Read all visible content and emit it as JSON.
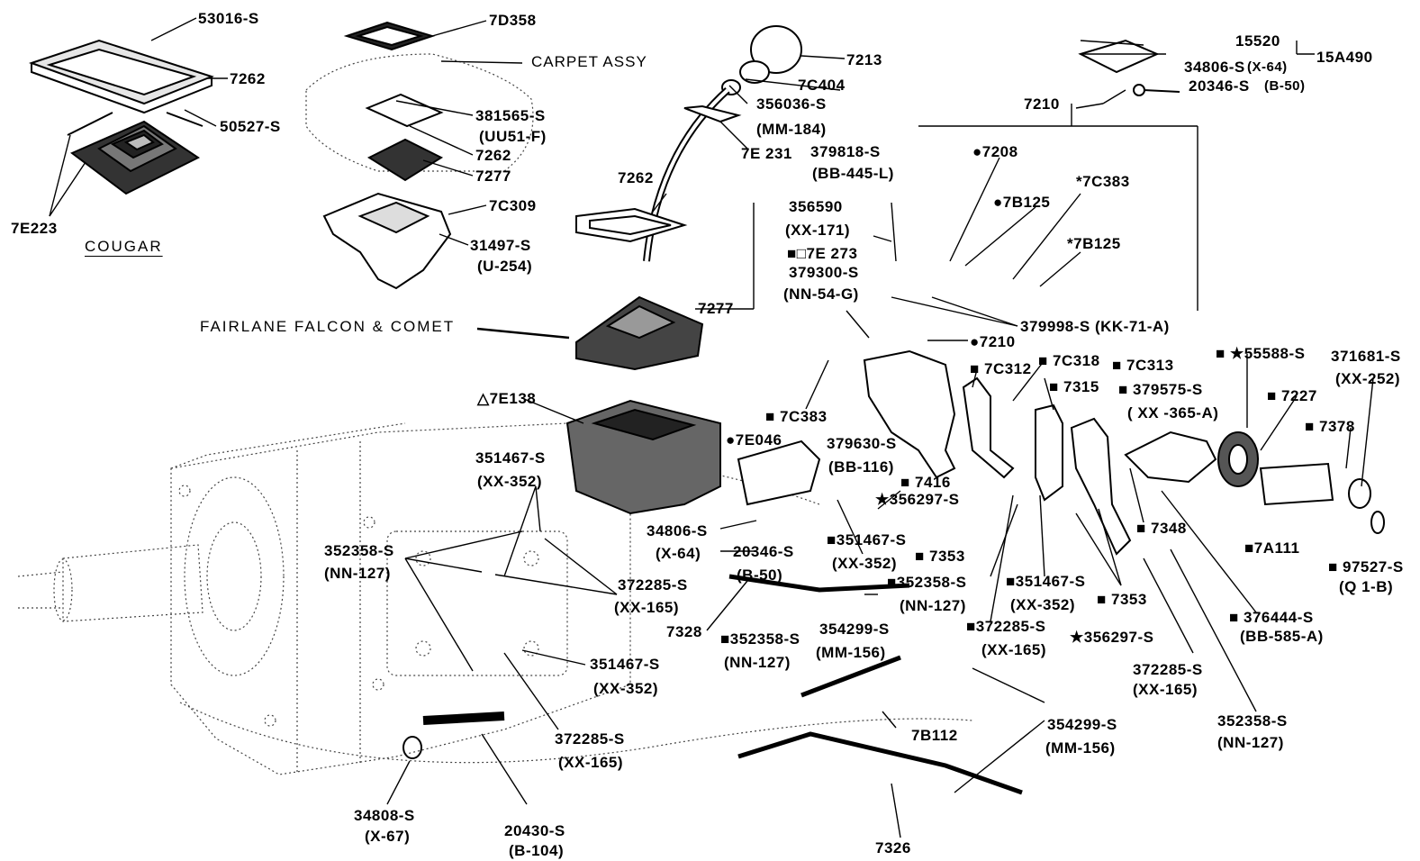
{
  "captions": {
    "cougar": "COUGAR",
    "fairlane": "FAIRLANE FALCON & COMET",
    "carpet": "CARPET ASSY"
  },
  "labels": {
    "l53016": "53016-S",
    "l7262a": "7262",
    "l50527": "50527-S",
    "l7e223": "7E223",
    "l7d358": "7D358",
    "l381565": "381565-S",
    "luu51": "(UU51-F)",
    "l7262b": "7262",
    "l7277a": "7277",
    "l7c309": "7C309",
    "l31497": "31497-S",
    "lu254": "(U-254)",
    "l7213": "7213",
    "l7c404": "7C404",
    "l356036": "356036-S",
    "lmm184": "(MM-184)",
    "l7e231": "7E 231",
    "l7262c": "7262",
    "l7277b": "7277",
    "l7e138": "△7E138",
    "l379818": "379818-S",
    "lbb445": "(BB-445-L)",
    "l356590": "356590",
    "lxx171": "(XX-171)",
    "l7e273": "■□7E 273",
    "l379300": "379300-S",
    "lnn54": "(NN-54-G)",
    "l7208": "●7208",
    "l7b125a": "●7B125",
    "l7c383a": "*7C383",
    "l7b125b": "*7B125",
    "l379998": "379998-S (KK-71-A)",
    "l7210a": "●7210",
    "l7210b": "7210",
    "l15520": "15520",
    "l15a490": "15A490",
    "l34806a": "34806-S",
    "lx64a": "(X-64)",
    "l20346a": "20346-S",
    "lb50a": "(B-50)",
    "l7c383b": "■ 7C383",
    "l7e046": "●7E046",
    "l379630": "379630-S",
    "lbb116": "(BB-116)",
    "l7416": "■ 7416",
    "l356297a": "★356297-S",
    "l7c312": "■ 7C312",
    "l7c318": "■ 7C318",
    "l7c313": "■ 7C313",
    "l7315": "■ 7315",
    "l379575": "■ 379575-S",
    "lxx365": "( XX -365-A)",
    "l55588": "■ ★55588-S",
    "l7227": "■ 7227",
    "l7378": "■ 7378",
    "l371681": "371681-S",
    "lxx252": "(XX-252)",
    "l351467a": "351467-S",
    "lxx352a": "(XX-352)",
    "l352358a": "352358-S",
    "lnn127a": "(NN-127)",
    "l34806b": "34806-S",
    "lx64b": "(X-64)",
    "l20346b": "20346-S",
    "lb50b": "(B-50)",
    "l351467b": "■351467-S",
    "lxx352b": "(XX-352)",
    "l7353a": "■ 7353",
    "l372285a": "372285-S",
    "lxx165a": "(XX-165)",
    "l7328": "7328",
    "l352358b": "■352358-S",
    "lnn127b": "(NN-127)",
    "l352358c": "■352358-S",
    "lnn127c": "(NN-127)",
    "l354299a": "354299-S",
    "lmm156a": "(MM-156)",
    "l351467c": "■351467-S",
    "lxx352c": "(XX-352)",
    "l7353b": "■ 7353",
    "l372285b": "■372285-S",
    "lxx165b": "(XX-165)",
    "l356297b": "★356297-S",
    "l7348": "■ 7348",
    "l7a111": "■7A111",
    "l97527": "■ 97527-S",
    "lq1b": "(Q 1-B)",
    "l376444": "■ 376444-S",
    "lbb585": "(BB-585-A)",
    "l351467d": "351467-S",
    "lxx352d": "(XX-352)",
    "l372285c": "372285-S",
    "lxx165c": "(XX-165)",
    "l372285d": "372285-S",
    "lxx165d": "(XX-165)",
    "l352358d": "352358-S",
    "lnn127d": "(NN-127)",
    "l7b112": "7B112",
    "l354299b": "354299-S",
    "lmm156b": "(MM-156)",
    "l34808": "34808-S",
    "lx67": "(X-67)",
    "l20430": "20430-S",
    "lb104": "(B-104)",
    "l7326": "7326"
  }
}
